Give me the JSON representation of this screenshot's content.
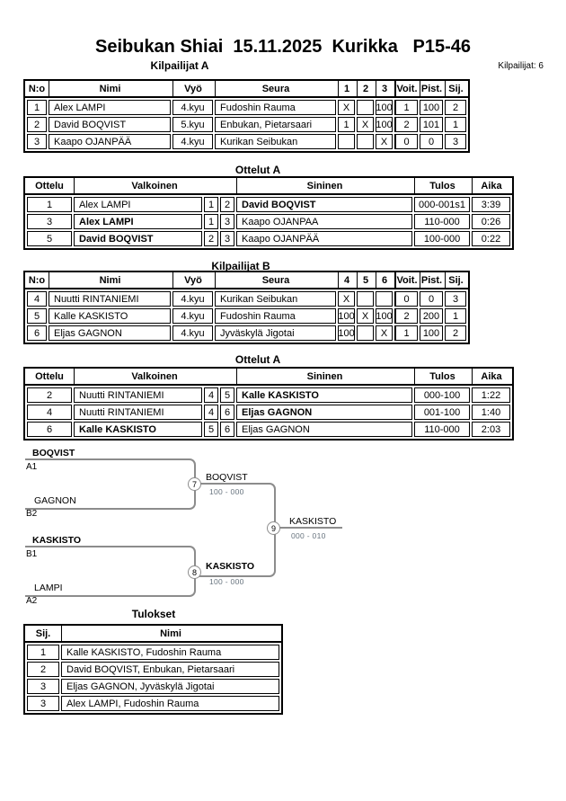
{
  "page": {
    "title": "Seibukan Shiai  15.11.2025  Kurikka   P15-46",
    "competitors_label": "Kilpailijat: 6"
  },
  "colors": {
    "bracket_line": "#8c8c8c",
    "bracket_score": "#68747f",
    "text": "#000000"
  },
  "kilpailijat_a": {
    "title": "Kilpailijat A",
    "headers": {
      "no": "N:o",
      "nimi": "Nimi",
      "vyo": "Vyö",
      "seura": "Seura",
      "c1": "1",
      "c2": "2",
      "c3": "3",
      "voit": "Voit.",
      "pist": "Pist.",
      "sij": "Sij."
    },
    "rows": [
      {
        "no": "1",
        "nimi": "Alex LAMPI",
        "vyo": "4.kyu",
        "seura": "Fudoshin Rauma",
        "c1": "X",
        "c2": "",
        "c3": "100",
        "voit": "1",
        "pist": "100",
        "sij": "2"
      },
      {
        "no": "2",
        "nimi": "David BOQVIST",
        "vyo": "5.kyu",
        "seura": "Enbukan, Pietarsaari",
        "c1": "1",
        "c2": "X",
        "c3": "100",
        "voit": "2",
        "pist": "101",
        "sij": "1"
      },
      {
        "no": "3",
        "nimi": "Kaapo OJANPÄÄ",
        "vyo": "4.kyu",
        "seura": "Kurikan Seibukan",
        "c1": "",
        "c2": "",
        "c3": "X",
        "voit": "0",
        "pist": "0",
        "sij": "3"
      }
    ]
  },
  "ottelut_a1": {
    "title": "Ottelut A",
    "headers": {
      "ottelu": "Ottelu",
      "valkoinen": "Valkoinen",
      "sininen": "Sininen",
      "tulos": "Tulos",
      "aika": "Aika"
    },
    "rows": [
      {
        "ottelu": "1",
        "valkoinen": "Alex LAMPI",
        "v_bold": false,
        "n1": "1",
        "n2": "2",
        "sininen": "David BOQVIST",
        "s_bold": true,
        "tulos": "000-001s1",
        "aika": "3:39"
      },
      {
        "ottelu": "3",
        "valkoinen": "Alex LAMPI",
        "v_bold": true,
        "n1": "1",
        "n2": "3",
        "sininen": "Kaapo OJANPAA",
        "s_bold": false,
        "tulos": "110-000",
        "aika": "0:26"
      },
      {
        "ottelu": "5",
        "valkoinen": "David BOQVIST",
        "v_bold": true,
        "n1": "2",
        "n2": "3",
        "sininen": "Kaapo OJANPÄÄ",
        "s_bold": false,
        "tulos": "100-000",
        "aika": "0:22"
      }
    ]
  },
  "kilpailijat_b": {
    "title": "Kilpailijat B",
    "headers": {
      "no": "N:o",
      "nimi": "Nimi",
      "vyo": "Vyö",
      "seura": "Seura",
      "c1": "4",
      "c2": "5",
      "c3": "6",
      "voit": "Voit.",
      "pist": "Pist.",
      "sij": "Sij."
    },
    "rows": [
      {
        "no": "4",
        "nimi": "Nuutti RINTANIEMI",
        "vyo": "4.kyu",
        "seura": "Kurikan Seibukan",
        "c1": "X",
        "c2": "",
        "c3": "",
        "voit": "0",
        "pist": "0",
        "sij": "3"
      },
      {
        "no": "5",
        "nimi": "Kalle KASKISTO",
        "vyo": "4.kyu",
        "seura": "Fudoshin Rauma",
        "c1": "100",
        "c2": "X",
        "c3": "100",
        "voit": "2",
        "pist": "200",
        "sij": "1"
      },
      {
        "no": "6",
        "nimi": "Eljas GAGNON",
        "vyo": "4.kyu",
        "seura": "Jyväskylä Jigotai",
        "c1": "100",
        "c2": "",
        "c3": "X",
        "voit": "1",
        "pist": "100",
        "sij": "2"
      }
    ]
  },
  "ottelut_a2": {
    "title": "Ottelut A",
    "headers": {
      "ottelu": "Ottelu",
      "valkoinen": "Valkoinen",
      "sininen": "Sininen",
      "tulos": "Tulos",
      "aika": "Aika"
    },
    "rows": [
      {
        "ottelu": "2",
        "valkoinen": "Nuutti RINTANIEMI",
        "v_bold": false,
        "n1": "4",
        "n2": "5",
        "sininen": "Kalle KASKISTO",
        "s_bold": true,
        "tulos": "000-100",
        "aika": "1:22"
      },
      {
        "ottelu": "4",
        "valkoinen": "Nuutti RINTANIEMI",
        "v_bold": false,
        "n1": "4",
        "n2": "6",
        "sininen": "Eljas GAGNON",
        "s_bold": true,
        "tulos": "001-100",
        "aika": "1:40"
      },
      {
        "ottelu": "6",
        "valkoinen": "Kalle KASKISTO",
        "v_bold": true,
        "n1": "5",
        "n2": "6",
        "sininen": "Eljas GAGNON",
        "s_bold": false,
        "tulos": "110-000",
        "aika": "2:03"
      }
    ]
  },
  "bracket": {
    "slots": [
      {
        "name": "BOQVIST",
        "seed": "A1",
        "bold": true
      },
      {
        "name": "GAGNON",
        "seed": "B2",
        "bold": false
      },
      {
        "name": "KASKISTO",
        "seed": "B1",
        "bold": true
      },
      {
        "name": "LAMPI",
        "seed": "A2",
        "bold": false
      }
    ],
    "matches": [
      {
        "number": "7",
        "winner": "BOQVIST",
        "score": "100 - 000",
        "bold": false
      },
      {
        "number": "8",
        "winner": "KASKISTO",
        "score": "100 - 000",
        "bold": true
      },
      {
        "number": "9",
        "winner": "KASKISTO",
        "score": "000 - 010",
        "bold": false
      }
    ]
  },
  "tulokset": {
    "title": "Tulokset",
    "headers": {
      "sij": "Sij.",
      "nimi": "Nimi"
    },
    "rows": [
      {
        "sij": "1",
        "nimi": "Kalle KASKISTO, Fudoshin Rauma"
      },
      {
        "sij": "2",
        "nimi": "David BOQVIST, Enbukan, Pietarsaari"
      },
      {
        "sij": "3",
        "nimi": "Eljas GAGNON, Jyväskylä Jigotai"
      },
      {
        "sij": "3",
        "nimi": "Alex LAMPI, Fudoshin Rauma"
      }
    ]
  }
}
